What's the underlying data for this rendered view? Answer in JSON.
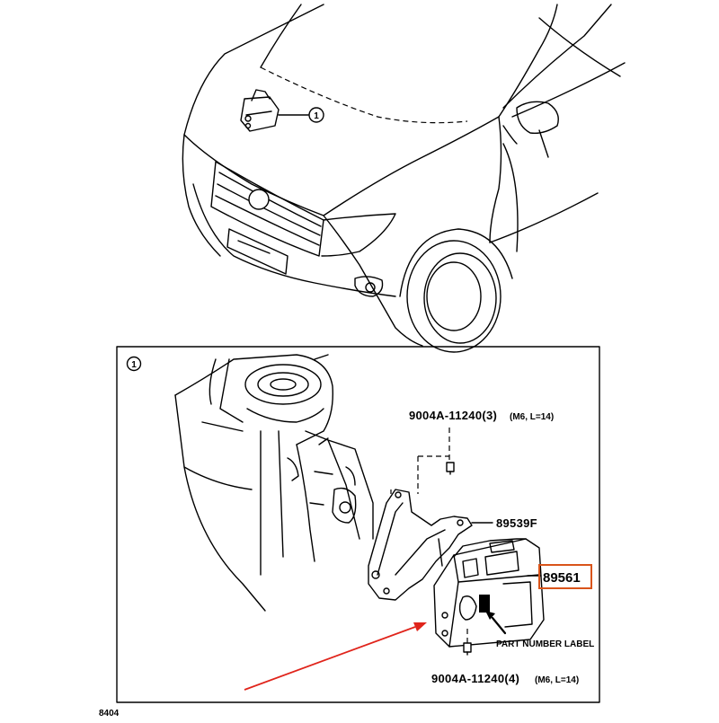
{
  "diagram": {
    "callout_marker": "1",
    "detail_marker": "1",
    "labels": {
      "bolt_top_code": "9004A-11240(3)",
      "bolt_top_spec": "(M6, L=14)",
      "bracket_code": "89539F",
      "ecu_code": "89561",
      "part_label": "PART NUMBER LABEL",
      "bolt_bottom_code": "9004A-11240(4)",
      "bolt_bottom_spec": "(M6, L=14)",
      "figure_id": "8404"
    },
    "colors": {
      "line": "#000000",
      "highlight_box": "#d9541a",
      "pointer_arrow": "#e0241b"
    }
  }
}
